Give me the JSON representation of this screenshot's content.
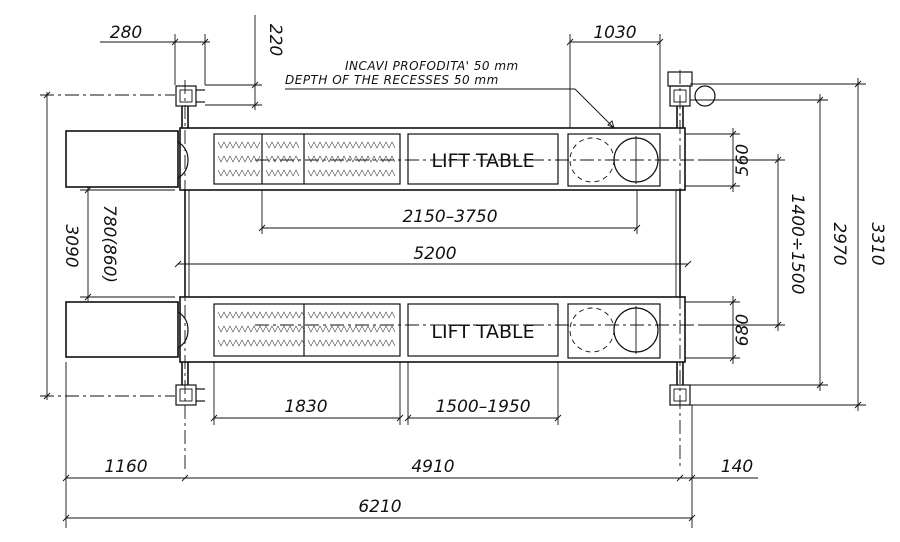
{
  "note": {
    "line1": "INCAVI PROFODITA' 50 mm",
    "line2": "DEPTH OF THE RECESSES 50 mm"
  },
  "tables": {
    "upper_label": "LIFT TABLE",
    "lower_label": "LIFT TABLE"
  },
  "dimensions": {
    "post_width": "280",
    "post_offset": "220",
    "rear_zone": "1030",
    "wheelbase": "2150–3750",
    "inner_length": "5200",
    "outer_width": "3090",
    "track_gap": "780(860)",
    "upper_runway_width": "560",
    "lower_runway_width": "680",
    "track_range": "1400÷1500",
    "post_span": "2970",
    "overall_width": "3310",
    "turntable_zone": "1830",
    "table_range": "1500–1950",
    "front_overhang": "1160",
    "column_distance": "4910",
    "rear_overhang": "140",
    "overall_length": "6210"
  }
}
